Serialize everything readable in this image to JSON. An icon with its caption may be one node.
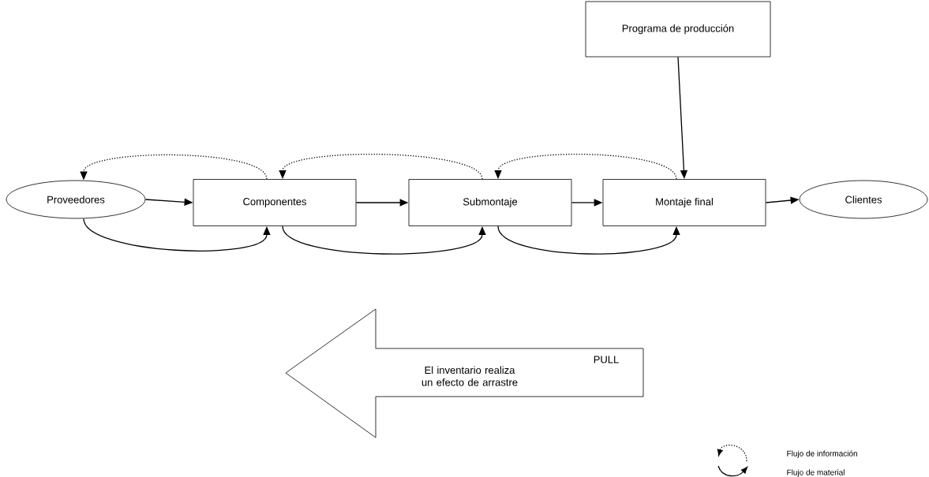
{
  "diagram": {
    "nodes": [
      {
        "text": [
          "Programa de producción"
        ]
      },
      {
        "text": [
          "Proveedores"
        ]
      },
      {
        "text": [
          "Componentes"
        ]
      },
      {
        "text": [
          "Submontaje"
        ]
      },
      {
        "text": [
          "Montaje final"
        ]
      },
      {
        "text": [
          "Clientes"
        ]
      },
      {
        "text": [
          "El inventario realiza un efecto de arrastre",
          "PULL"
        ]
      }
    ],
    "edges": [
      {
        "from": 0,
        "to": 4,
        "arrow": "to"
      },
      {
        "from": 2,
        "to": 1,
        "arrow": "to",
        "style": "dashed"
      },
      {
        "from": 3,
        "to": 2,
        "arrow": "to",
        "style": "dashed"
      },
      {
        "from": 4,
        "to": 3,
        "arrow": "to",
        "style": "dashed"
      },
      {
        "from": 1,
        "to": 2,
        "arrow": "to"
      },
      {
        "from": 2,
        "to": 3,
        "arrow": "to"
      },
      {
        "from": 3,
        "to": 4,
        "arrow": "to"
      },
      {
        "from": 4,
        "to": 5,
        "arrow": "to"
      },
      {
        "from": 1,
        "to": 2,
        "arrow": "to"
      },
      {
        "from": 2,
        "to": 3,
        "arrow": "to"
      },
      {
        "from": 3,
        "to": 4,
        "arrow": "to"
      }
    ],
    "legend": [
      {
        "text": "Flujo de información"
      },
      {
        "text": "Flujo de material"
      }
    ]
  }
}
